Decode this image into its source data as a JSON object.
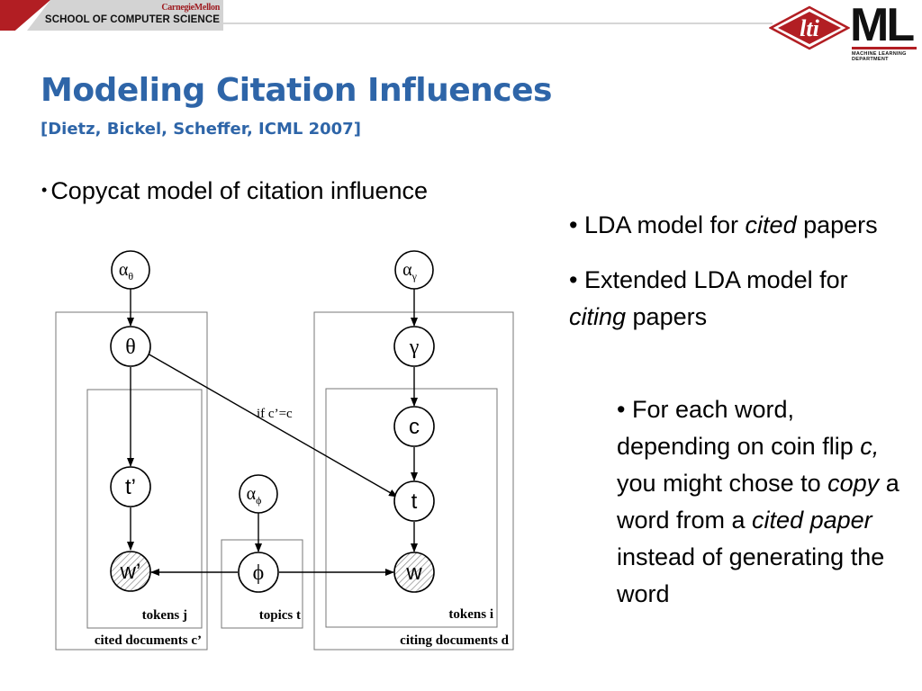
{
  "header": {
    "cmu_name": "CarnegieMellon",
    "school": "SCHOOL OF COMPUTER SCIENCE",
    "lti_logo_text": "lti",
    "ml_logo_letters": "ML",
    "ml_logo_sub_line1": "MACHINE LEARNING",
    "ml_logo_sub_line2": "DEPARTMENT"
  },
  "slide": {
    "title": "Modeling Citation Influences",
    "citation": "[Dietz, Bickel, Scheffer, ICML 2007]",
    "bullet_main": "Copycat model of citation influence",
    "bullets_right": [
      {
        "prefix": "• LDA model for ",
        "italic": "cited",
        "suffix": " papers"
      },
      {
        "prefix": "• Extended LDA model for ",
        "italic": "citing",
        "suffix": " papers"
      }
    ],
    "sub_bullet": {
      "p1": "• For each word, depending on coin flip ",
      "i1": "c,",
      "p2": " you might chose to ",
      "i2": "copy",
      "p3": " a word from a ",
      "i3": "cited paper",
      "p4": " instead of generating the word"
    }
  },
  "diagram": {
    "nodes": {
      "alpha_theta": {
        "base": "α",
        "sub": "θ"
      },
      "theta": "θ",
      "t_prime": "t’",
      "w_prime": "w’",
      "alpha_phi": {
        "base": "α",
        "sub": "ϕ"
      },
      "phi": "ϕ",
      "alpha_gamma": {
        "base": "α",
        "sub": "γ"
      },
      "gamma": "γ",
      "c": "c",
      "t": "t",
      "w": "w"
    },
    "edge_label": "if c’=c",
    "plates": {
      "tokens_j": "tokens j",
      "cited_documents": "cited documents c’",
      "topics_t": "topics t",
      "tokens_i": "tokens i",
      "citing_documents": "citing documents d"
    }
  },
  "colors": {
    "title_blue": "#2e65a8",
    "cmu_red": "#b21e23",
    "banner_gray": "#d3d3d3"
  }
}
